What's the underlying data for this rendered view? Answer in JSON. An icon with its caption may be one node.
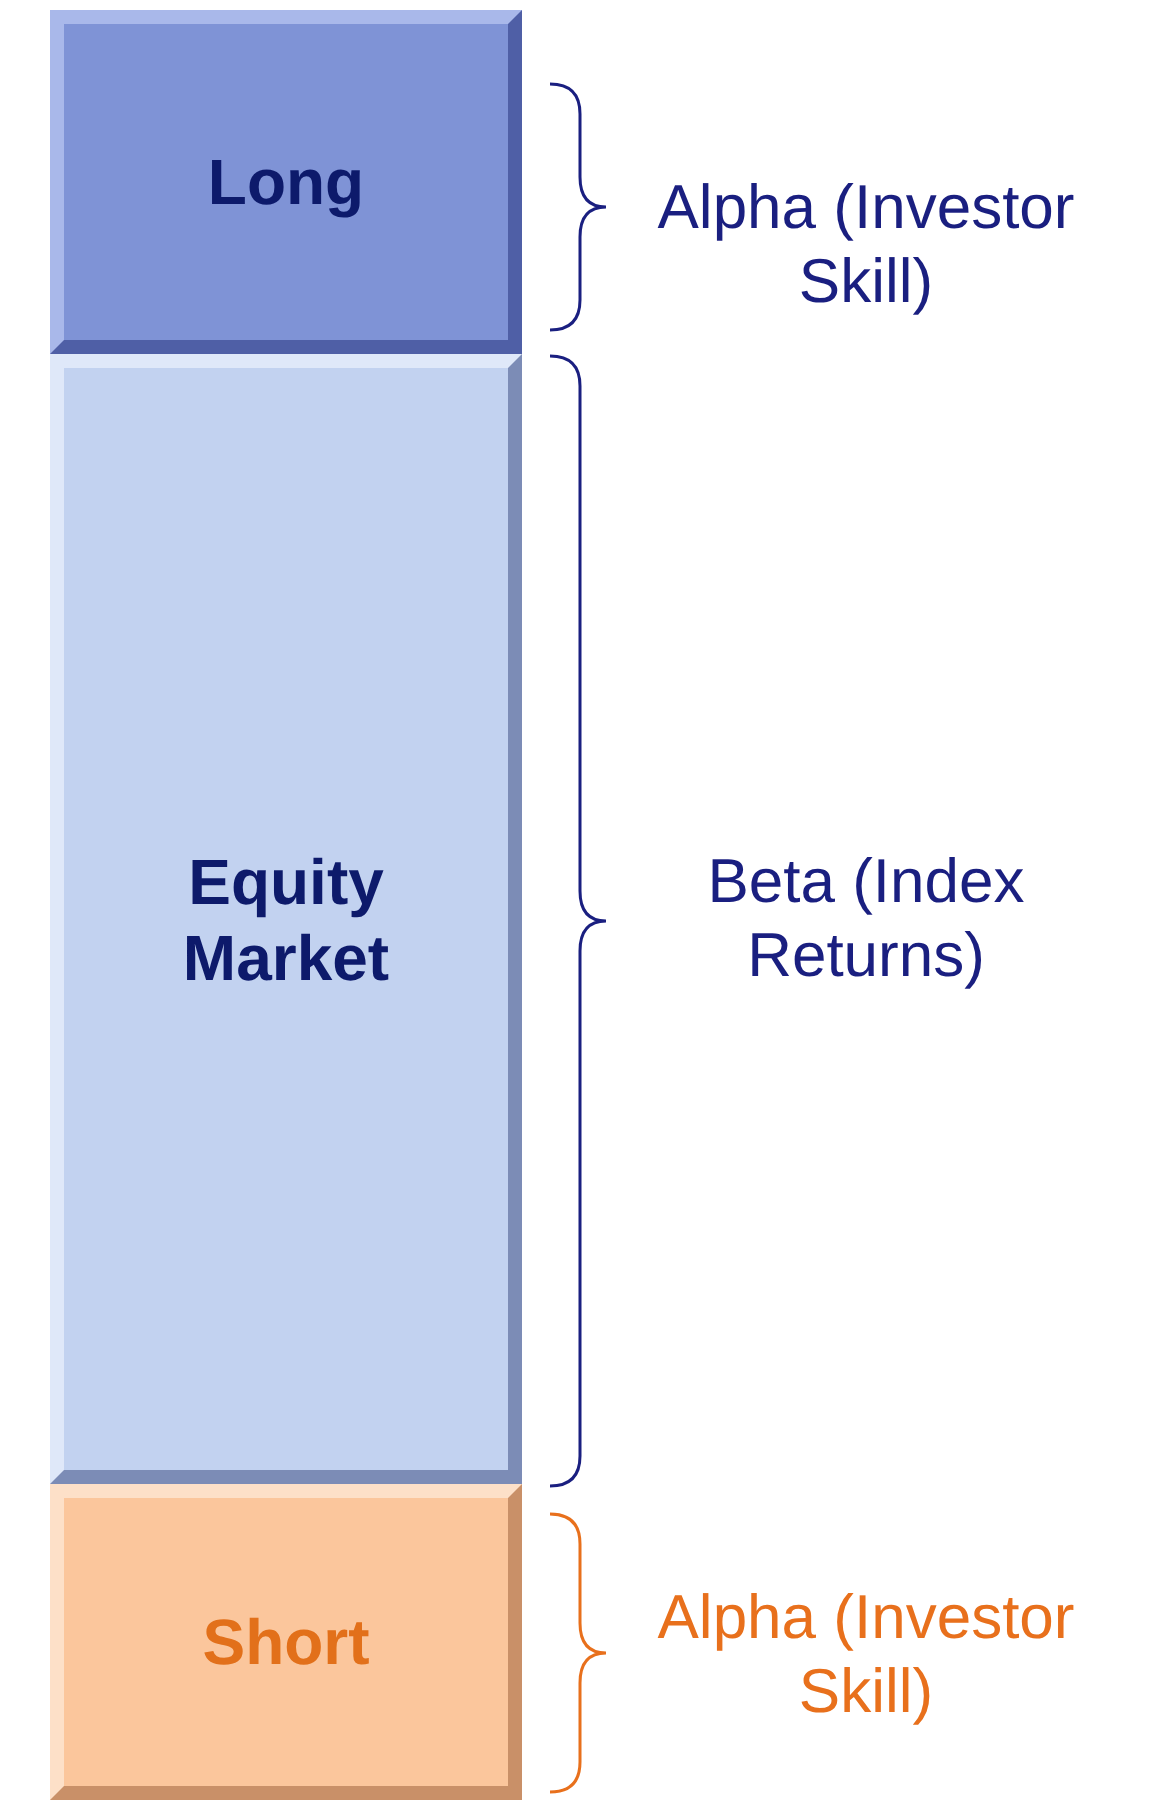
{
  "diagram": {
    "nodes": [
      {
        "text": [
          "Long"
        ],
        "beside": [
          "Alpha (Investor Skill)"
        ]
      },
      {
        "text": [
          "Equity Market"
        ],
        "beside": [
          "Beta (Index Returns)"
        ]
      },
      {
        "text": [
          "Short"
        ],
        "beside": [
          "Alpha (Investor Skill)"
        ]
      }
    ],
    "edges": []
  }
}
